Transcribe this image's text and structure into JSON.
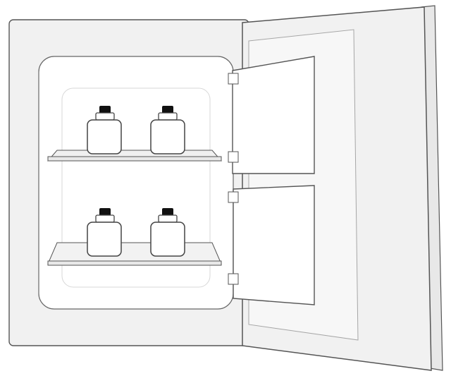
{
  "diagram": {
    "colors": {
      "outline": "#555555",
      "light_outline": "#c8c8c8",
      "panel_fill": "#f3f3f3",
      "interior_fill": "#ffffff",
      "cap_fill": "#111111",
      "bottle_fill": "#ffffff"
    },
    "shelves": [
      {
        "bottles": 2
      },
      {
        "bottles": 2
      }
    ],
    "door_panels": 2,
    "hinges": 4
  }
}
